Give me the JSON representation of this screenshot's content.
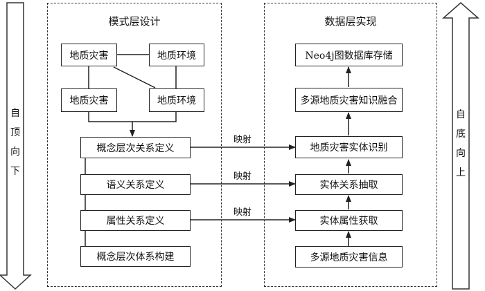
{
  "left_arrow_label": "自顶向下",
  "right_arrow_label": "自底向上",
  "schema_panel": {
    "title": "模式层设计",
    "top_left": "地质灾害",
    "top_right": "地质环境",
    "mid_left": "地质灾害",
    "mid_right": "地质环境",
    "steps": [
      "概念层次关系定义",
      "语义关系定义",
      "属性关系定义",
      "概念层次体系构建"
    ]
  },
  "data_panel": {
    "title": "数据层实现",
    "steps": [
      "Neo4j图数据库存储",
      "多源地质灾害知识融合",
      "地质灾害实体识别",
      "实体关系抽取",
      "实体属性获取",
      "多源地质灾害信息"
    ]
  },
  "mapping_labels": [
    "映射",
    "映射",
    "映射"
  ]
}
